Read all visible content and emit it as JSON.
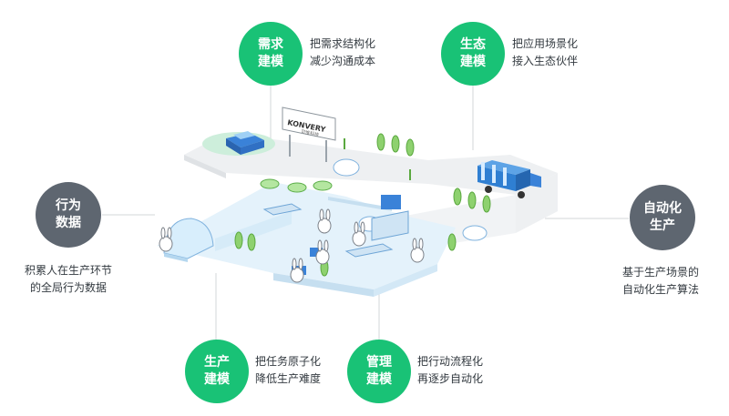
{
  "colors": {
    "accent": "#19c276",
    "dark_node": "#5e6670",
    "connector": "#d3d7da"
  },
  "nodes": {
    "demand": {
      "line1": "需求",
      "line2": "建模",
      "desc1": "把需求结构化",
      "desc2": "减少沟通成本"
    },
    "ecosystem": {
      "line1": "生态",
      "line2": "建模",
      "desc1": "把应用场景化",
      "desc2": "接入生态伙伴"
    },
    "behavior": {
      "line1": "行为",
      "line2": "数据",
      "desc1": "积累人在生产环节",
      "desc2": "的全局行为数据"
    },
    "automation": {
      "line1": "自动化",
      "line2": "生产",
      "desc1": "基于生产场景的",
      "desc2": "自动化生产算法"
    },
    "production": {
      "line1": "生产",
      "line2": "建模",
      "desc1": "把任务原子化",
      "desc2": "降低生产难度"
    },
    "management": {
      "line1": "管理",
      "line2": "建模",
      "desc1": "把行动流程化",
      "desc2": "再逐步自动化"
    }
  },
  "illustration": {
    "billboard_brand": "KONVERY",
    "billboard_sub": "可惟科技"
  }
}
